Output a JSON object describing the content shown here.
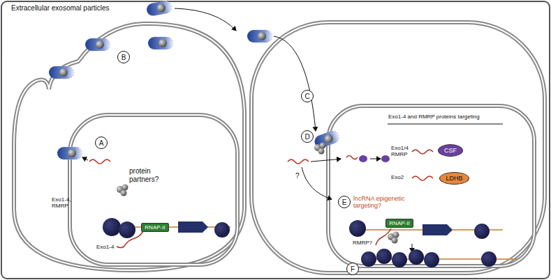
{
  "diagram": {
    "nodes": [
      {
        "text": [
          "B"
        ]
      },
      {
        "text": [
          "A"
        ]
      },
      {
        "text": [
          "C"
        ]
      },
      {
        "text": [
          "D"
        ]
      },
      {
        "text": [
          "CSF"
        ]
      },
      {
        "text": [
          "LDHB"
        ]
      },
      {
        "text": [
          "RNAP-II"
        ]
      },
      {
        "text": [
          "E"
        ]
      },
      {
        "text": [
          "RNAP-II"
        ]
      },
      {
        "text": [
          "F"
        ]
      }
    ],
    "labels": [
      "Extracellular exosomal particles",
      "protein partners?",
      "Exo1-4, RMRP",
      "Exo1-4",
      "Exo1-4 and RMRP proteins targeting",
      "?",
      "Exo1/4 RMRP",
      "Exo2",
      "lncRNA epigenetic targeting?",
      "RMRP?"
    ]
  }
}
